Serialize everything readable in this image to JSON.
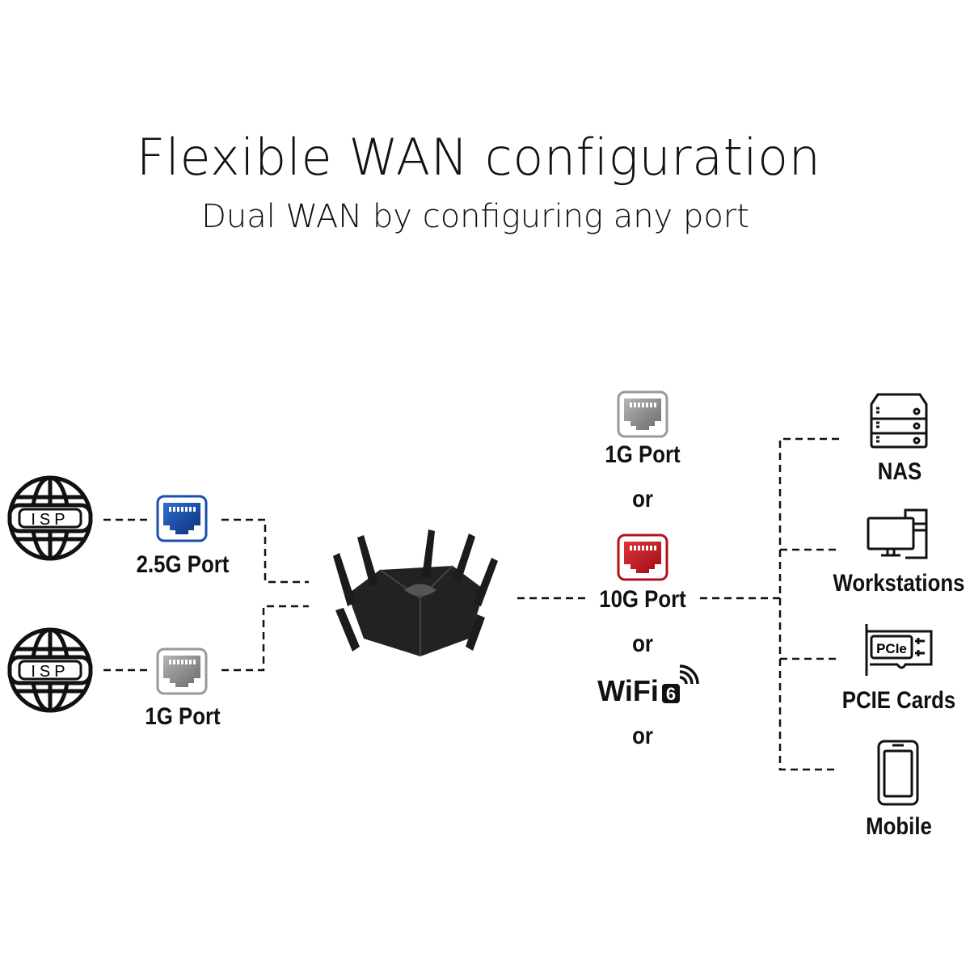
{
  "header": {
    "title": "Flexible WAN configuration",
    "subtitle": "Dual WAN by configuring any port"
  },
  "wan": [
    {
      "source": "ISP",
      "port": "2.5G Port",
      "port_color": "#1a4fa8"
    },
    {
      "source": "ISP",
      "port": "1G Port",
      "port_color": "#8a8a8a"
    }
  ],
  "lan_options": {
    "port_1g": "1G Port",
    "or1": "or",
    "port_10g": "10G Port",
    "port_10g_color": "#c4161c",
    "or2": "or",
    "wifi": "WiFi",
    "wifi_version": "6",
    "or3": "or"
  },
  "devices": [
    {
      "label": "NAS",
      "icon": "server-icon"
    },
    {
      "label": "Workstations",
      "icon": "workstation-icon"
    },
    {
      "label": "PCIE Cards",
      "icon": "pcie-card-icon",
      "icon_text": "PCIe"
    },
    {
      "label": "Mobile",
      "icon": "mobile-icon"
    }
  ]
}
